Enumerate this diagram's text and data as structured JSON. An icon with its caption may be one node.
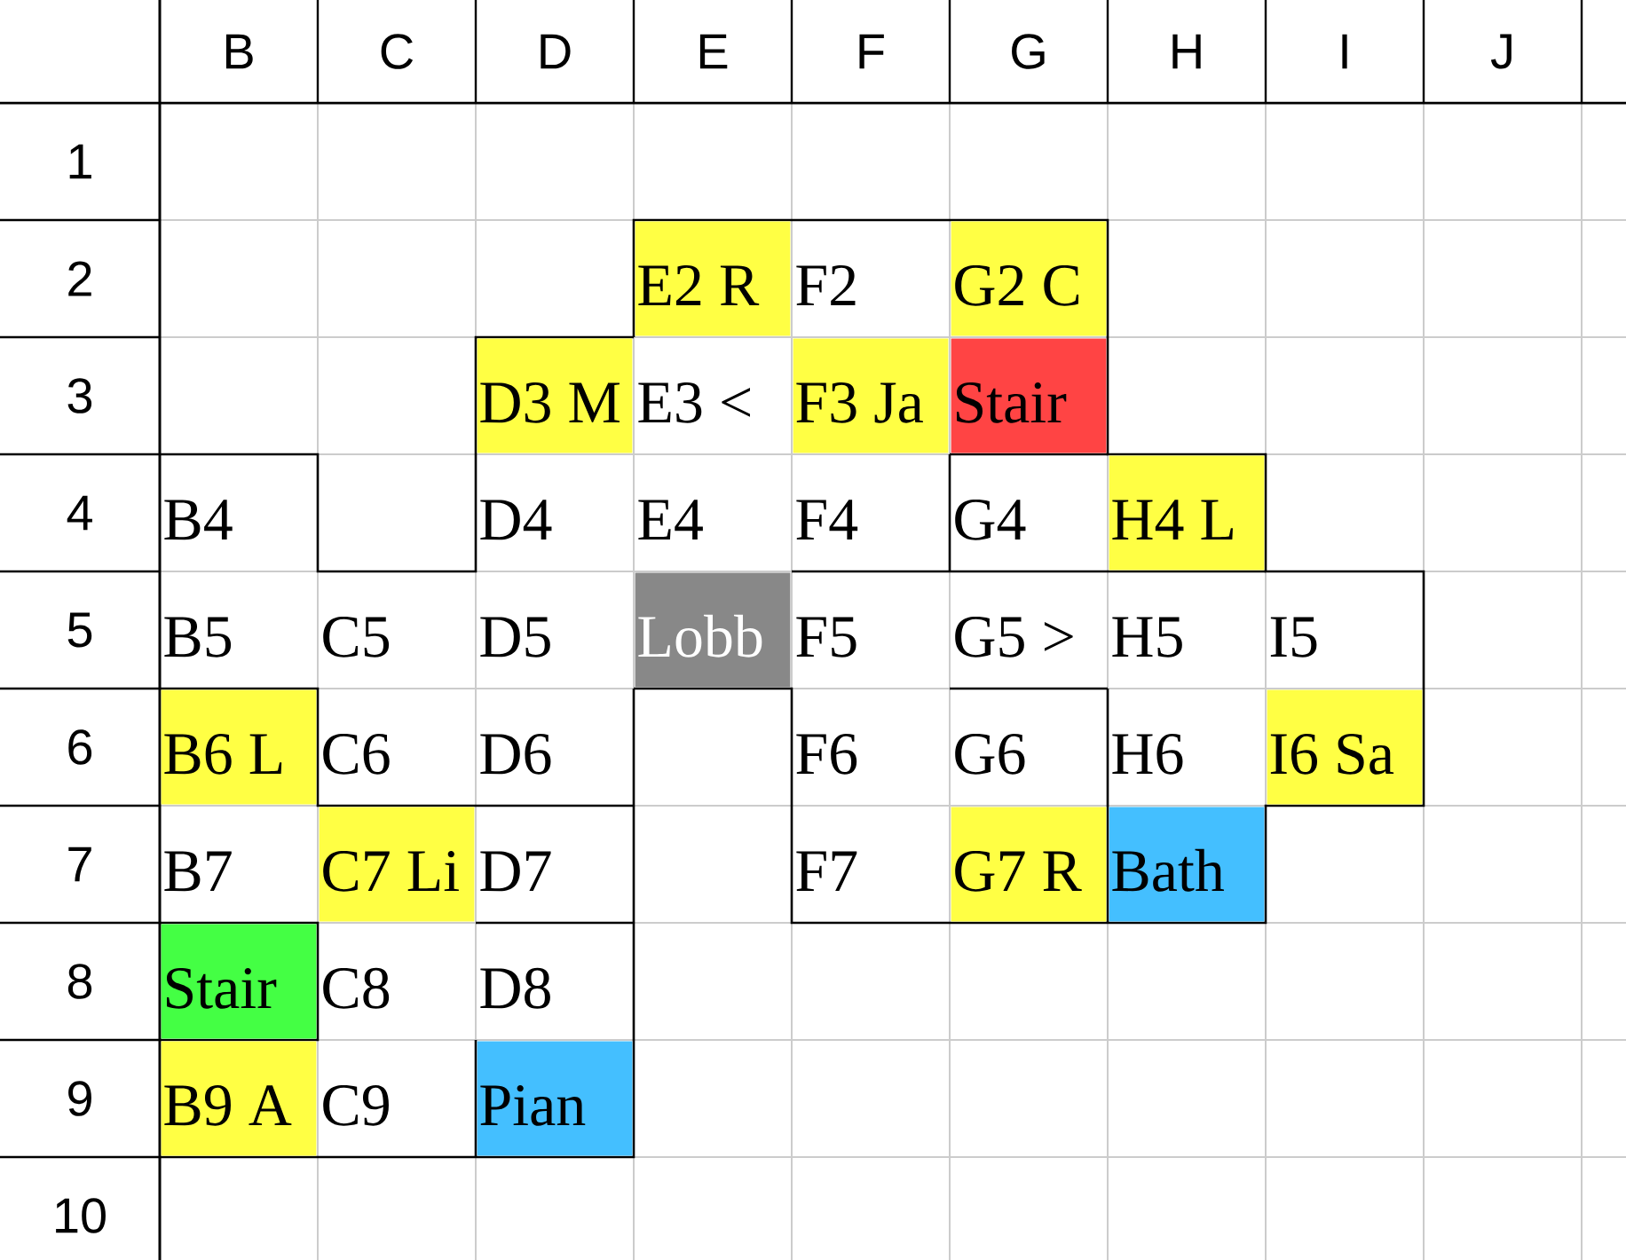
{
  "diagram": {
    "labels": [
      "B",
      "C",
      "D",
      "E",
      "F",
      "G",
      "H",
      "I",
      "J",
      "1",
      "2",
      "E2 R",
      "F2",
      "G2 C",
      "3",
      "D3 M",
      "E3 <",
      "F3 Ja",
      "Stair",
      "4",
      "B4",
      "D4",
      "E4",
      "F4",
      "G4",
      "H4 L",
      "5",
      "B5",
      "C5",
      "D5",
      "Lobb",
      "F5",
      "G5 >",
      "H5",
      "I5",
      "6",
      "B6 L",
      "C6",
      "D6",
      "F6",
      "G6",
      "H6",
      "I6 Sa",
      "7",
      "B7",
      "C7 Li",
      "D7",
      "F7",
      "G7 R",
      "Bath",
      "8",
      "Stair",
      "C8",
      "D8",
      "9",
      "B9 A",
      "C9",
      "Pian",
      "10"
    ]
  }
}
